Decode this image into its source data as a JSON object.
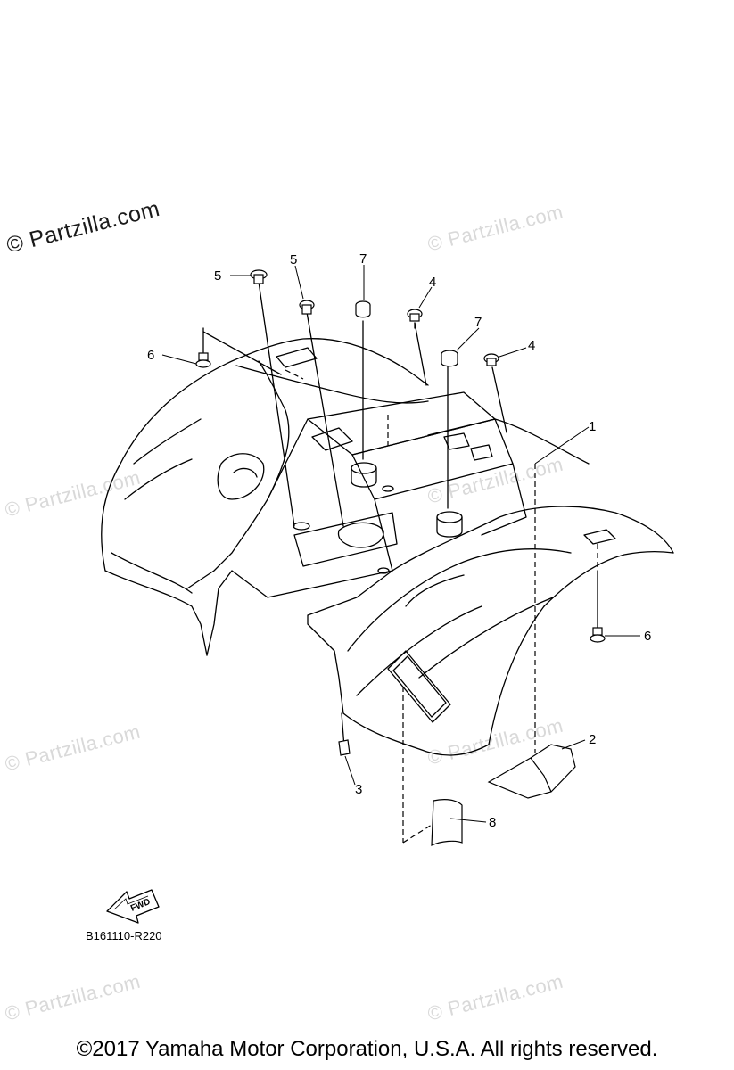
{
  "watermarks": {
    "main": "© Partzilla.com",
    "repeat": "© Partzilla.com"
  },
  "callouts": {
    "c1": "1",
    "c2": "2",
    "c3": "3",
    "c4a": "4",
    "c4b": "4",
    "c5a": "5",
    "c5b": "5",
    "c6a": "6",
    "c6b": "6",
    "c7a": "7",
    "c7b": "7",
    "c8": "8"
  },
  "fwd_label": "FWD",
  "diagram_code": "B161110-R220",
  "copyright": "©2017  Yamaha Motor Corporation, U.S.A. All rights reserved."
}
